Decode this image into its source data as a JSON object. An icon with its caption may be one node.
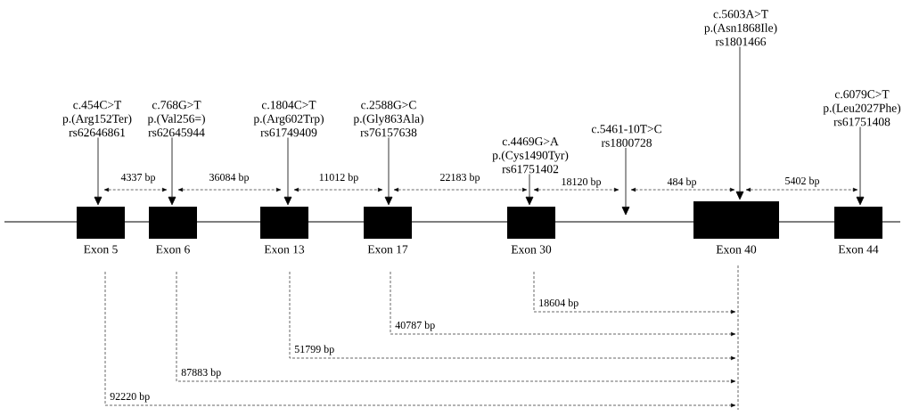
{
  "diagram": {
    "nodes": [
      {
        "text": [
          "Exon 5"
        ]
      },
      {
        "text": [
          "Exon 6"
        ]
      },
      {
        "text": [
          "Exon 13"
        ]
      },
      {
        "text": [
          "Exon 17"
        ]
      },
      {
        "text": [
          "Exon 30"
        ]
      },
      {
        "text": [
          "Exon 40"
        ]
      },
      {
        "text": [
          "Exon 44"
        ]
      },
      {
        "text": [
          "c.454C>T",
          "p.(Arg152Ter)",
          "rs62646861"
        ]
      },
      {
        "text": [
          "c.768G>T",
          "p.(Val256=)",
          "rs62645944"
        ]
      },
      {
        "text": [
          "c.1804C>T",
          "p.(Arg602Trp)",
          "rs61749409"
        ]
      },
      {
        "text": [
          "c.2588G>C",
          "p.(Gly863Ala)",
          "rs76157638"
        ]
      },
      {
        "text": [
          "c.4469G>A",
          "p.(Cys1490Tyr)",
          "rs61751402"
        ]
      },
      {
        "text": [
          "c.5461-10T>C",
          "rs1800728"
        ]
      },
      {
        "text": [
          "c.5603A>T",
          "p.(Asn1868Ile)",
          "rs1801466"
        ]
      },
      {
        "text": [
          "c.6079C>T",
          "p.(Leu2027Phe)",
          "rs61751408"
        ]
      }
    ],
    "edges": [
      {
        "from": 7,
        "to": 0,
        "arrow": "to"
      },
      {
        "from": 8,
        "to": 1,
        "arrow": "to"
      },
      {
        "from": 9,
        "to": 2,
        "arrow": "to"
      },
      {
        "from": 10,
        "to": 3,
        "arrow": "to"
      },
      {
        "from": 11,
        "to": 4,
        "arrow": "to"
      },
      {
        "from": 12,
        "to": null,
        "arrow": "to"
      },
      {
        "from": 13,
        "to": 5,
        "arrow": "to"
      },
      {
        "from": 14,
        "to": 6,
        "arrow": "to"
      }
    ],
    "labels": [
      "4337 bp",
      "36084 bp",
      "11012 bp",
      "22183 bp",
      "18120 bp",
      "484 bp",
      "5402 bp",
      "18604 bp",
      "40787 bp",
      "51799 bp",
      "87883 bp",
      "92220 bp"
    ]
  }
}
